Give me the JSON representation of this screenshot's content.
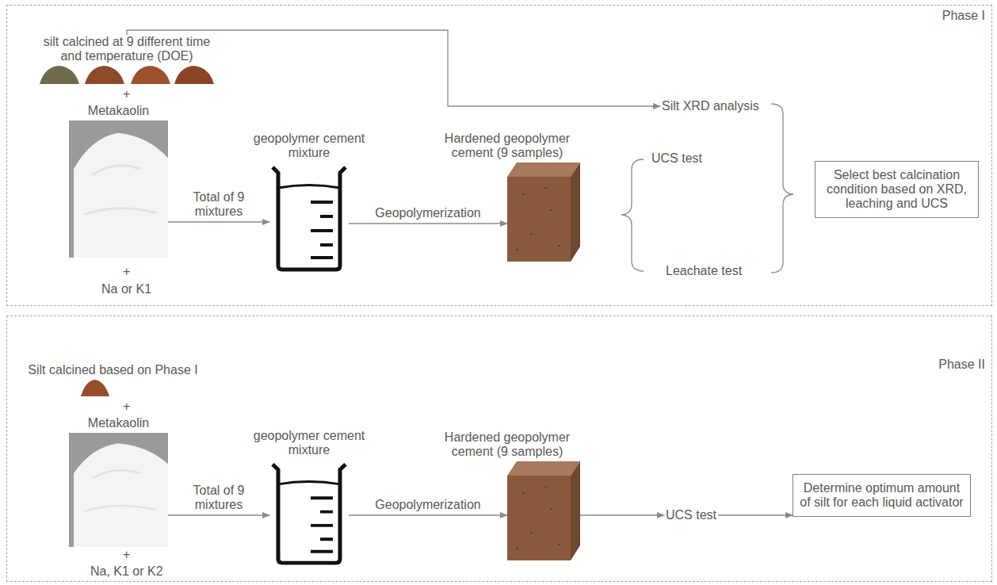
{
  "diagram": {
    "nodes": [
      {
        "text": [
          "Phase I"
        ]
      },
      {
        "text": [
          "silt calcined at 9 different time and temperature (DOE)"
        ],
        "in": 0
      },
      {
        "text": [
          "Metakaolin"
        ],
        "in": 0
      },
      {
        "text": [
          "geopolymer cement mixture"
        ],
        "in": 0
      },
      {
        "text": [
          "Hardened geopolymer cement (9 samples)"
        ],
        "in": 0
      },
      {
        "text": [
          "Silt XRD analysis"
        ],
        "in": 0
      },
      {
        "text": [
          "Select best calcination condition based on XRD, leaching and UCS"
        ],
        "in": 0
      },
      {
        "text": [
          "Phase II"
        ]
      },
      {
        "text": [
          "Silt calcined based on Phase I"
        ],
        "in": 7
      },
      {
        "text": [
          "Metakaolin"
        ],
        "in": 7
      },
      {
        "text": [
          "geopolymer cement mixture"
        ],
        "in": 7
      },
      {
        "text": [
          "Hardened geopolymer cement (9 samples)"
        ],
        "in": 7
      },
      {
        "text": [
          "UCS test"
        ],
        "in": 7
      },
      {
        "text": [
          "Determine optimum amount of silt for each liquid activator"
        ],
        "in": 7
      }
    ],
    "edges": [
      {
        "from": 2,
        "to": 3,
        "arrow": "to",
        "label": "Total of 9 mixtures"
      },
      {
        "from": 3,
        "to": 4,
        "arrow": "to",
        "label": "Geopolymerization"
      },
      {
        "from": 1,
        "to": 5,
        "arrow": "to"
      },
      {
        "from": 9,
        "to": 10,
        "arrow": "to",
        "label": "Total of 9 mixtures"
      },
      {
        "from": 10,
        "to": 11,
        "arrow": "to",
        "label": "Geopolymerization"
      },
      {
        "from": 11,
        "to": 12,
        "arrow": "to"
      },
      {
        "from": 12,
        "to": 13,
        "arrow": "to"
      }
    ],
    "labels": [
      "+",
      "+",
      "Na or K1",
      "UCS test",
      "Leachate test",
      "+",
      "+",
      "Na, K1 or K2"
    ]
  }
}
